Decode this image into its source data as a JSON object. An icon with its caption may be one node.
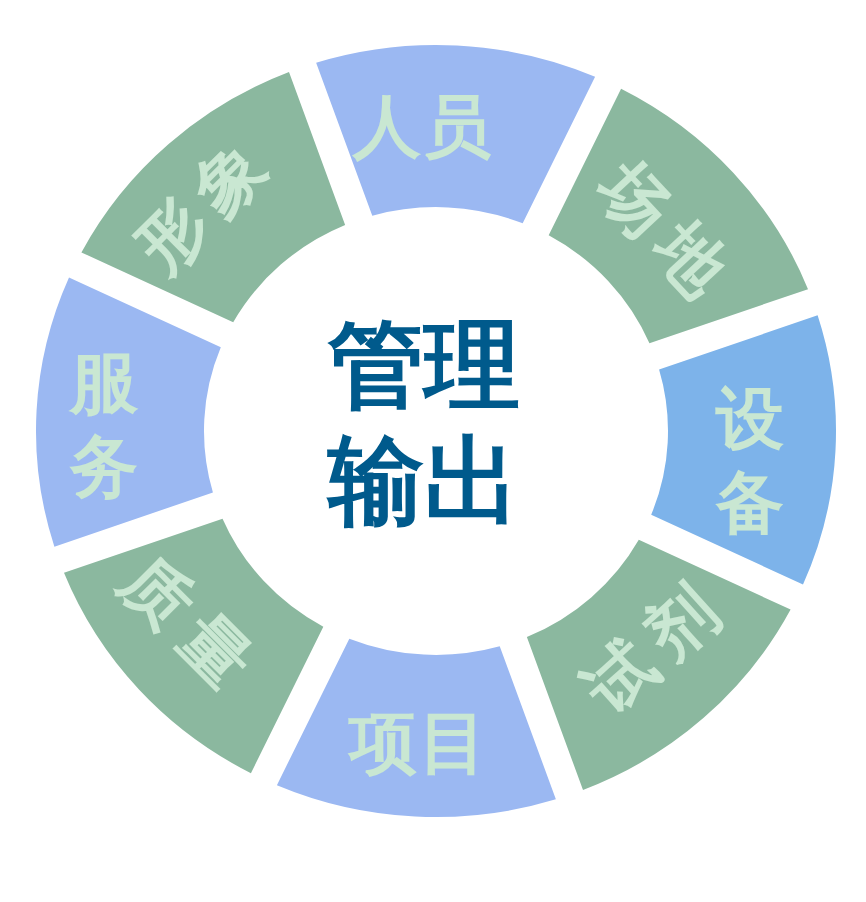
{
  "diagram": {
    "title": "管理输出",
    "nodes": [
      {
        "text": [
          "人员"
        ]
      },
      {
        "text": [
          "场地"
        ]
      },
      {
        "text": [
          "设备"
        ]
      },
      {
        "text": [
          "试剂"
        ]
      },
      {
        "text": [
          "项目"
        ]
      },
      {
        "text": [
          "质量"
        ]
      },
      {
        "text": [
          "服务"
        ]
      },
      {
        "text": [
          "形象"
        ]
      }
    ]
  }
}
